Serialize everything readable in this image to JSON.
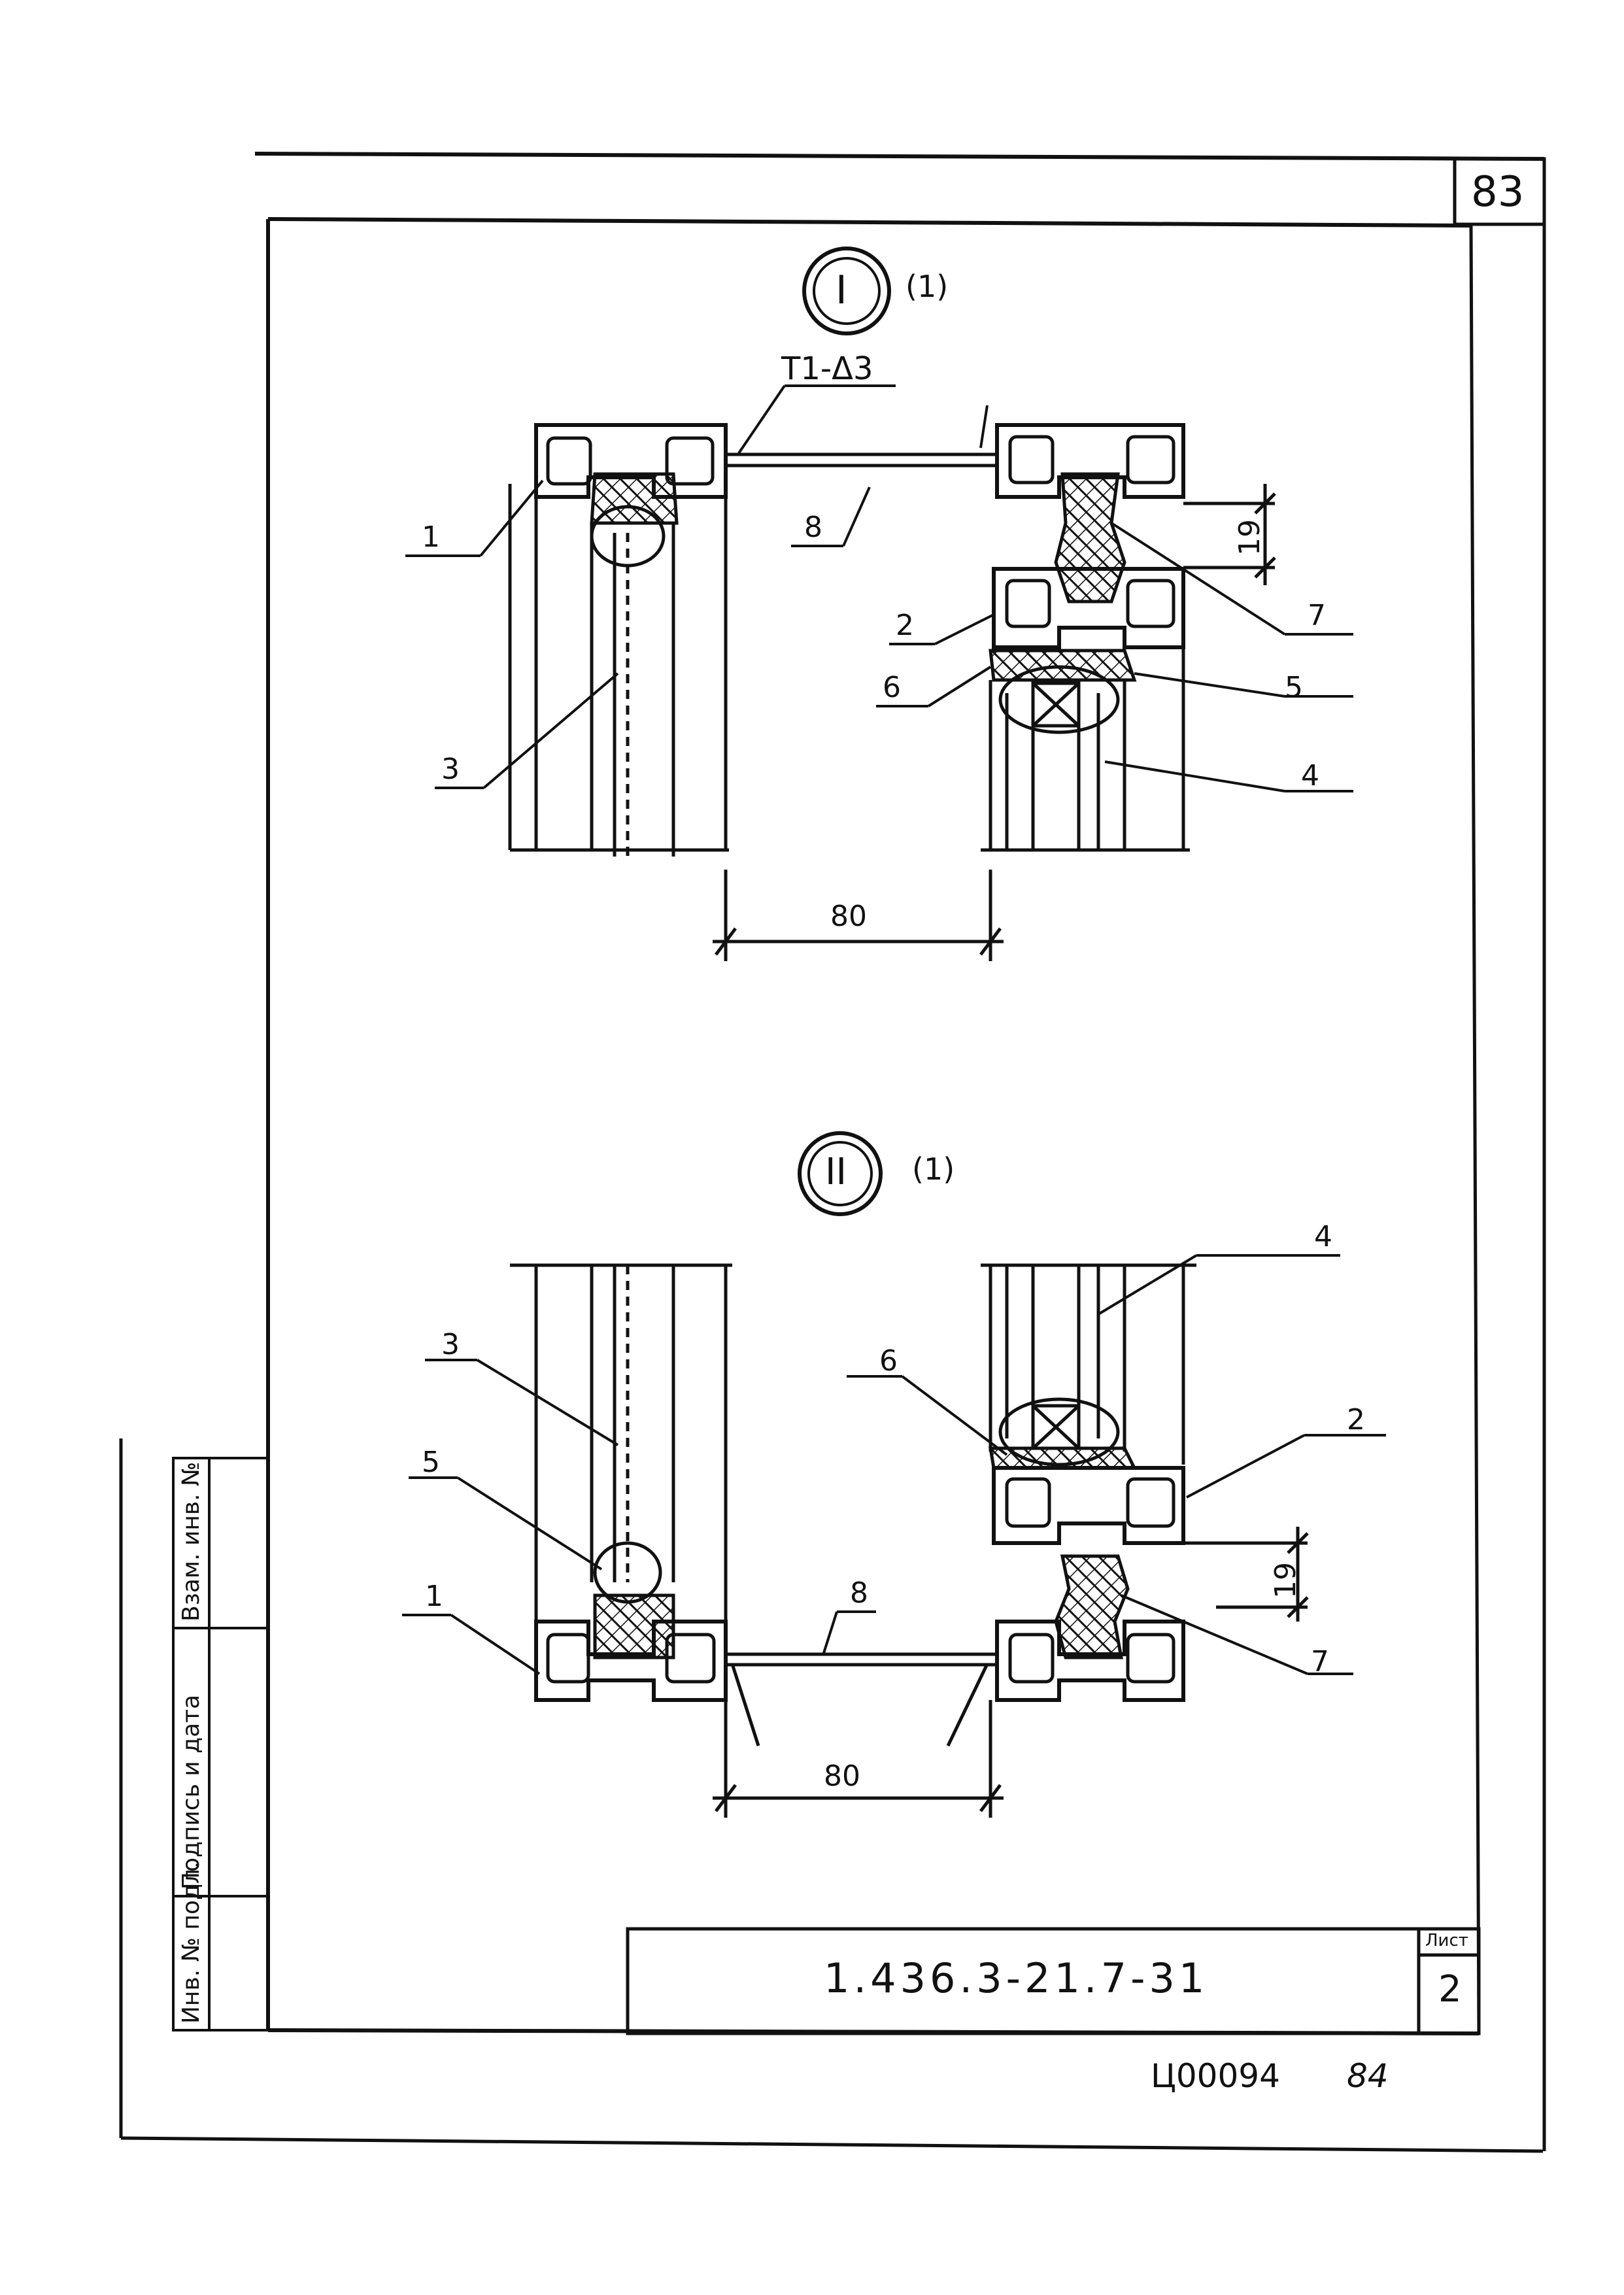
{
  "sheet": {
    "page_number": "83",
    "drawing_code": "1.436.3-21.7-31",
    "sheet_label": "Лист",
    "sheet_value": "2",
    "archive_number": "Ц00094",
    "page_number_bottom": "84"
  },
  "side_stamp": {
    "cells": [
      "Инв. № подл.",
      "Подпись и дата",
      "Взам. инв. №"
    ]
  },
  "detail_1": {
    "roman": "I",
    "ref": "(1)",
    "weld_note": "Т1-Δ3",
    "dim_width": "80",
    "dim_gap": "19",
    "callouts": [
      "1",
      "2",
      "3",
      "4",
      "5",
      "6",
      "7",
      "8"
    ]
  },
  "detail_2": {
    "roman": "II",
    "ref": "(1)",
    "dim_width": "80",
    "dim_gap": "19",
    "callouts": [
      "1",
      "2",
      "3",
      "4",
      "5",
      "6",
      "7",
      "8"
    ]
  }
}
